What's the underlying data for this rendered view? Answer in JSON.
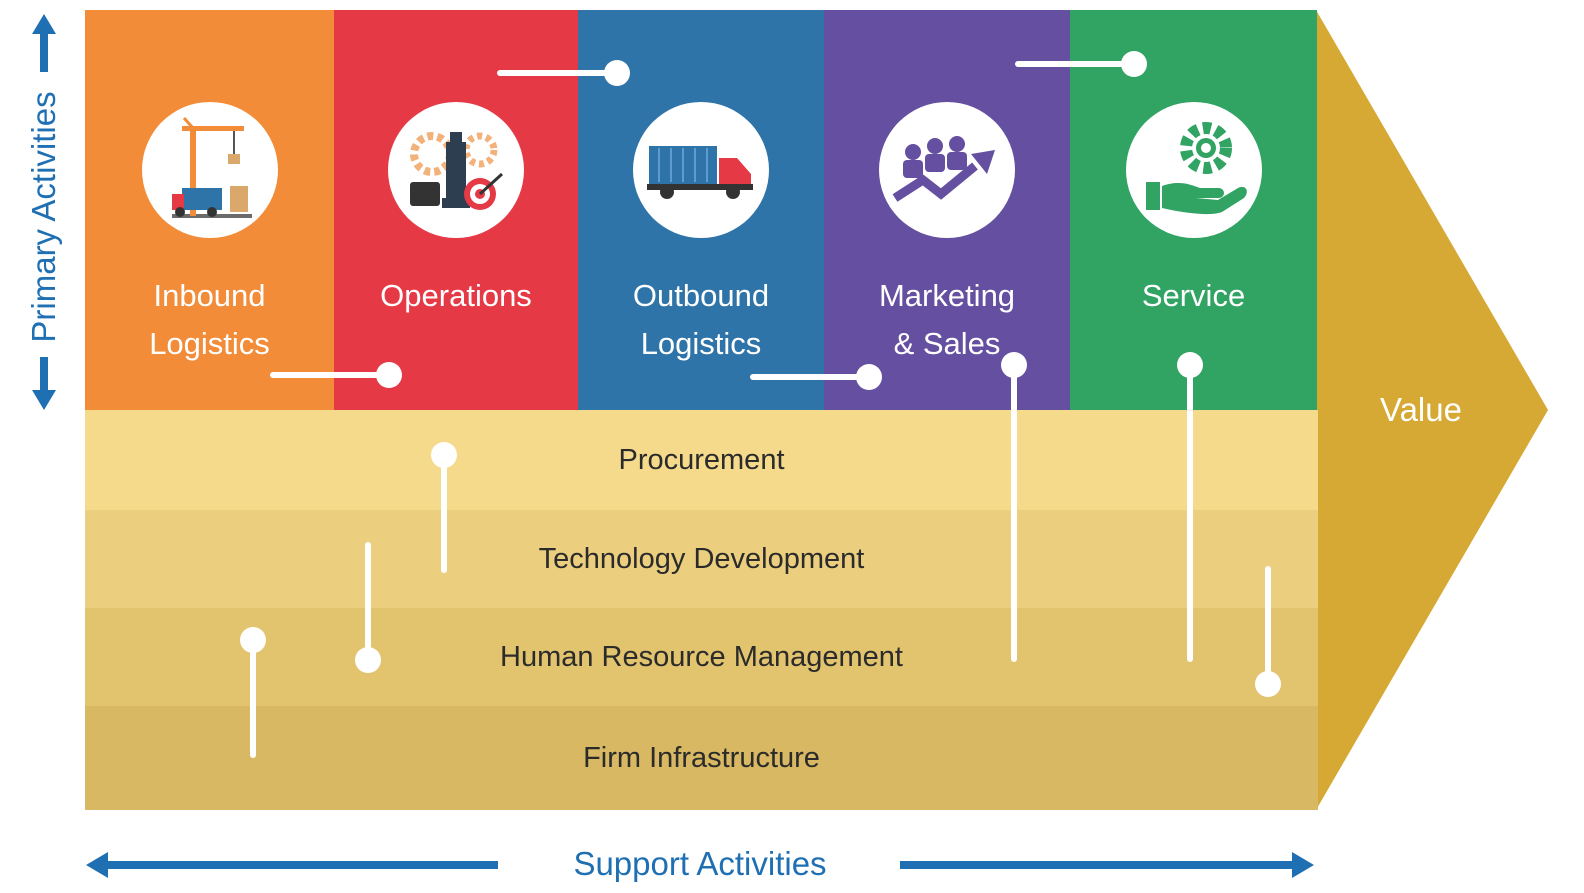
{
  "primary_axis": {
    "label": "Primary Activities",
    "color": "#1f6fb3"
  },
  "support_axis": {
    "label": "Support Activities",
    "color": "#1f6fb3"
  },
  "primary_activities": [
    {
      "label": "Inbound\nLogistics",
      "color": "#f28c38",
      "icon": "crane-truck-icon"
    },
    {
      "label": "Operations",
      "color": "#e63946",
      "icon": "gears-chess-target-icon"
    },
    {
      "label": "Outbound\nLogistics",
      "color": "#2f74a8",
      "icon": "delivery-truck-icon"
    },
    {
      "label": "Marketing\n& Sales",
      "color": "#654fa0",
      "icon": "growth-people-arrow-icon"
    },
    {
      "label": "Service",
      "color": "#31a363",
      "icon": "hand-gear-icon"
    }
  ],
  "support_activities": [
    {
      "label": "Procurement",
      "color": "#f5da8c"
    },
    {
      "label": "Technology Development",
      "color": "#ebcf7f"
    },
    {
      "label": "Human Resource Management",
      "color": "#e2c46f"
    },
    {
      "label": "Firm Infrastructure",
      "color": "#d8b862"
    }
  ],
  "value": {
    "label": "Value",
    "color": "#d6a834"
  }
}
